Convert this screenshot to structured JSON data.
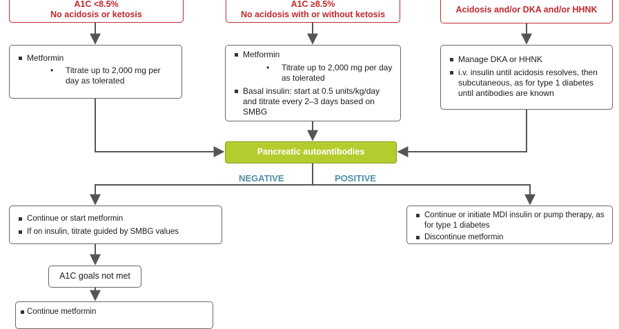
{
  "top_boxes": [
    {
      "line1": "A1C <8.5%",
      "line2": "No acidosis or ketosis"
    },
    {
      "line1": "A1C ≥8.5%",
      "line2": "No acidosis with or without ketosis"
    },
    {
      "line1": "Acidosis and/or DKA and/or HHNK"
    }
  ],
  "tx_left": {
    "item1": "Metformin",
    "sub1": "Titrate up to 2,000 mg per day as tolerated"
  },
  "tx_mid": {
    "item1": "Metformin",
    "sub1": "Titrate up to 2,000 mg per day as tolerated",
    "item2": "Basal insulin: start at 0.5 units/kg/day and titrate every 2–3 days based on SMBG"
  },
  "tx_right": {
    "item1": "Manage DKA or HHNK",
    "item2": "i.v. insulin until acidosis resolves, then subcutaneous, as for type 1 diabetes until antibodies are known"
  },
  "center_box": "Pancreatic autoantibodies",
  "branches": {
    "negative": "NEGATIVE",
    "positive": "POSITIVE"
  },
  "negative_box": {
    "item1": "Continue or start metformin",
    "item2": "If on insulin, titrate guided by SMBG values"
  },
  "positive_box": {
    "item1": "Continue or initiate MDI insulin or pump therapy, as for type 1 diabetes",
    "item2": "Discontinue metformin"
  },
  "goal_box": "A1C goals not met",
  "bottom_box": {
    "item1": "Continue metformin"
  },
  "colors": {
    "red_border": "#c0282d",
    "green_fill": "#b5cc2e",
    "branch_text": "#4d8ea6",
    "line": "#555555"
  }
}
